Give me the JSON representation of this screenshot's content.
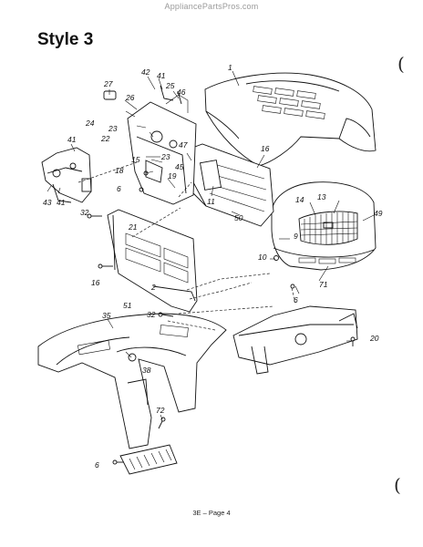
{
  "header": {
    "watermark": "AppliancePartsPros.com"
  },
  "title": "Style 3",
  "footer": {
    "page_label": "3E – Page 4"
  },
  "margin_marks": {
    "top": "(",
    "bottom": "("
  },
  "callouts": {
    "p1": "1",
    "p2": "2",
    "p6a": "6",
    "p6b": "6",
    "p6c": "6",
    "p9": "9",
    "p10": "10",
    "p11": "11",
    "p13": "13",
    "p14": "14",
    "p15": "15",
    "p16a": "16",
    "p16b": "16",
    "p18": "18",
    "p19": "19",
    "p20": "20",
    "p21": "21",
    "p22": "22",
    "p23a": "23",
    "p23b": "23",
    "p24": "24",
    "p25": "25",
    "p26": "26",
    "p27": "27",
    "p32a": "32",
    "p32b": "32",
    "p35": "35",
    "p38": "38",
    "p41a": "41",
    "p41b": "41",
    "p41c": "41",
    "p42": "42",
    "p43": "43",
    "p45": "45",
    "p46": "46",
    "p47": "47",
    "p49": "49",
    "p50": "50",
    "p51": "51",
    "p71": "71",
    "p72": "72"
  }
}
